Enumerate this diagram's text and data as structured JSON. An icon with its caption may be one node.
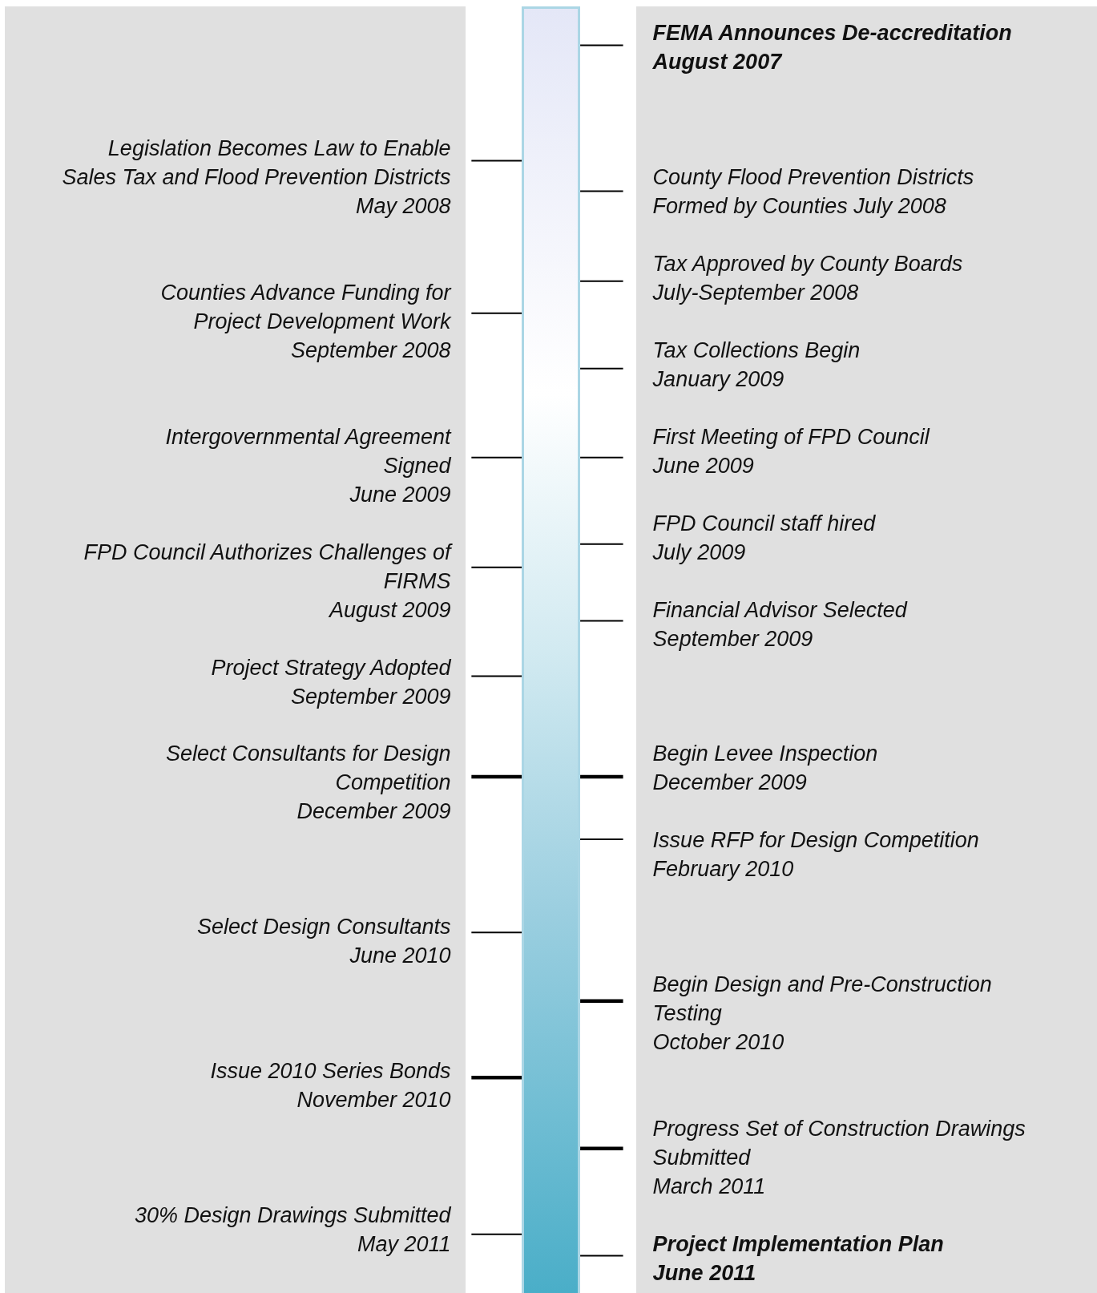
{
  "diagram": {
    "nodes": [
      {
        "text": [],
        "shape": "bar"
      },
      {
        "text": [
          "FEMA Announces De-accreditation",
          "August 2007"
        ]
      },
      {
        "text": [
          "Legislation Becomes Law to Enable Sales Tax and Flood Prevention Districts",
          "May 2008"
        ]
      },
      {
        "text": [
          "County Flood Prevention Districts Formed by Counties July 2008"
        ]
      },
      {
        "text": [
          "Tax Approved by County Boards",
          "July-September 2008"
        ]
      },
      {
        "text": [
          "Counties Advance Funding for Project Development Work",
          "September 2008"
        ]
      },
      {
        "text": [
          "Tax Collections Begin",
          "January 2009"
        ]
      },
      {
        "text": [
          "Intergovernmental Agreement Signed",
          "June 2009"
        ]
      },
      {
        "text": [
          "First Meeting of FPD Council",
          "June 2009"
        ]
      },
      {
        "text": [
          "FPD Council staff hired",
          "July 2009"
        ]
      },
      {
        "text": [
          "FPD Council Authorizes Challenges of FIRMS",
          "August 2009"
        ]
      },
      {
        "text": [
          "Financial Advisor Selected",
          "September 2009"
        ]
      },
      {
        "text": [
          "Project Strategy Adopted",
          "September 2009"
        ]
      },
      {
        "text": [
          "Select Consultants for Design Competition",
          "December 2009"
        ]
      },
      {
        "text": [
          "Begin Levee Inspection",
          "December 2009"
        ]
      },
      {
        "text": [
          "Issue RFP for Design Competition",
          "February 2010"
        ]
      },
      {
        "text": [
          "Select Design Consultants",
          "June 2010"
        ]
      },
      {
        "text": [
          "Begin Design and Pre-Construction Testing",
          "October 2010"
        ]
      },
      {
        "text": [
          "Issue 2010 Series Bonds",
          "November 2010"
        ]
      },
      {
        "text": [
          "Progress Set of Construction Drawings Submitted",
          "March 2011"
        ]
      },
      {
        "text": [
          "30% Design Drawings Submitted",
          "May 2011"
        ]
      },
      {
        "text": [
          "Project Implementation Plan",
          "June 2011"
        ]
      }
    ],
    "edges": [
      {
        "from": 1,
        "to": 0,
        "arrow": "none"
      },
      {
        "from": 2,
        "to": 0,
        "arrow": "none"
      },
      {
        "from": 3,
        "to": 0,
        "arrow": "none"
      },
      {
        "from": 4,
        "to": 0,
        "arrow": "none"
      },
      {
        "from": 5,
        "to": 0,
        "arrow": "none"
      },
      {
        "from": 6,
        "to": 0,
        "arrow": "none"
      },
      {
        "from": 7,
        "to": 0,
        "arrow": "none"
      },
      {
        "from": 8,
        "to": 0,
        "arrow": "none"
      },
      {
        "from": 9,
        "to": 0,
        "arrow": "none"
      },
      {
        "from": 10,
        "to": 0,
        "arrow": "none"
      },
      {
        "from": 11,
        "to": 0,
        "arrow": "none"
      },
      {
        "from": 12,
        "to": 0,
        "arrow": "none"
      },
      {
        "from": 13,
        "to": 0,
        "arrow": "none",
        "style": "thick"
      },
      {
        "from": 14,
        "to": 0,
        "arrow": "none",
        "style": "thick"
      },
      {
        "from": 15,
        "to": 0,
        "arrow": "none"
      },
      {
        "from": 16,
        "to": 0,
        "arrow": "none"
      },
      {
        "from": 17,
        "to": 0,
        "arrow": "none",
        "style": "thick"
      },
      {
        "from": 18,
        "to": 0,
        "arrow": "none",
        "style": "thick"
      },
      {
        "from": 19,
        "to": 0,
        "arrow": "none",
        "style": "thick"
      },
      {
        "from": 20,
        "to": 0,
        "arrow": "none"
      },
      {
        "from": 21,
        "to": 0,
        "arrow": "none"
      }
    ]
  }
}
